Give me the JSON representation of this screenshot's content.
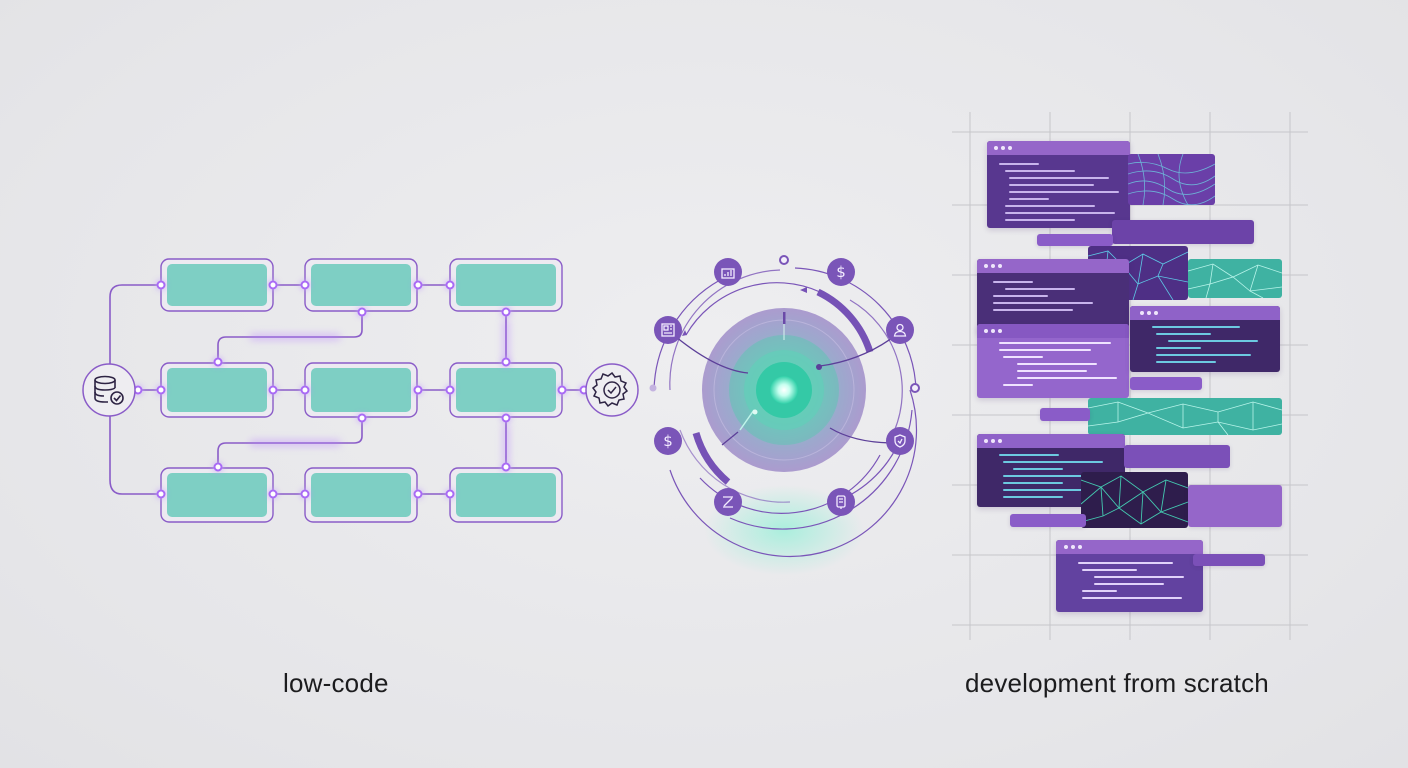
{
  "colors": {
    "background": "#e7e7ea",
    "accent_purple": "#7b4fbf",
    "light_purple": "#9566c9",
    "dark_purple": "#3d2660",
    "teal": "#7ecfc4",
    "teal_bright": "#3fd1b0",
    "glow": "#b57cff"
  },
  "left": {
    "caption": "low-code",
    "flow_nodes": [
      {
        "row": 1,
        "col": 1
      },
      {
        "row": 1,
        "col": 2
      },
      {
        "row": 1,
        "col": 3
      },
      {
        "row": 2,
        "col": 1
      },
      {
        "row": 2,
        "col": 2
      },
      {
        "row": 2,
        "col": 3
      },
      {
        "row": 3,
        "col": 1
      },
      {
        "row": 3,
        "col": 2
      },
      {
        "row": 3,
        "col": 3
      }
    ],
    "start_icon": "database-check-icon",
    "end_icon": "gear-check-icon"
  },
  "center": {
    "orbit_icons": [
      "bar-chart-icon",
      "dollar-icon",
      "dashboard-icon",
      "user-icon",
      "dollar-icon",
      "shield-icon",
      "trend-icon",
      "document-icon"
    ]
  },
  "right": {
    "caption": "development from scratch",
    "window_count": 6
  }
}
